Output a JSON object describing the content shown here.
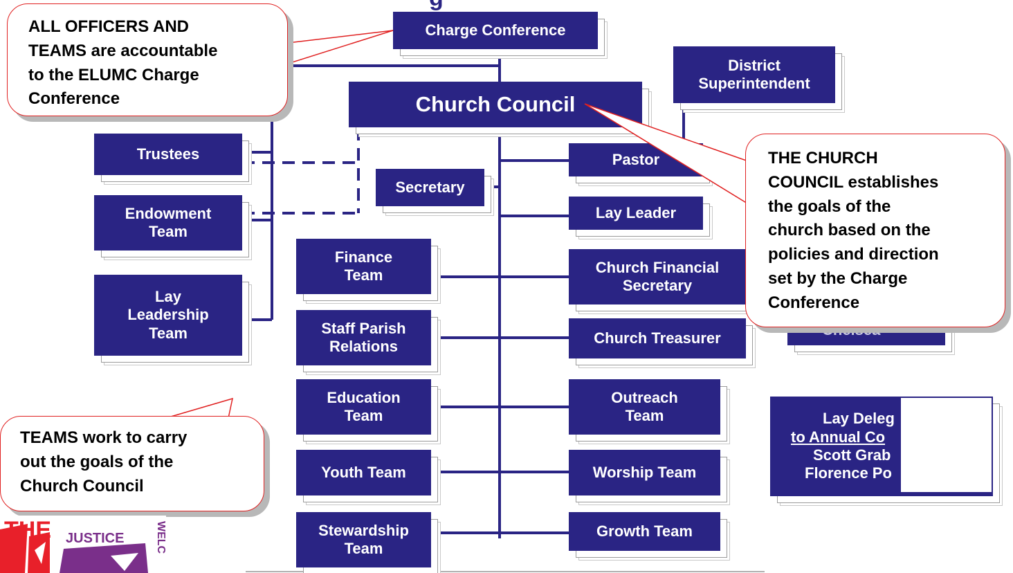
{
  "boxes": {
    "charge_conference": "Charge Conference",
    "church_council": "Church Council",
    "district_superintendent": [
      "District",
      "Superintendent"
    ],
    "trustees": "Trustees",
    "endowment_team": [
      "Endowment",
      "Team"
    ],
    "lay_leadership_team": [
      "Lay",
      "Leadership",
      "Team"
    ],
    "secretary": "Secretary",
    "pastor": "Pastor",
    "lay_leader": "Lay Leader",
    "church_financial_secretary": [
      "Church Financial",
      "Secretary"
    ],
    "church_treasurer": "Church Treasurer",
    "hidden_box_fragment": "Chelsea",
    "finance_team": [
      "Finance",
      "Team"
    ],
    "staff_parish_relations": [
      "Staff Parish",
      "Relations"
    ],
    "education_team": [
      "Education",
      "Team"
    ],
    "youth_team": "Youth Team",
    "stewardship_team": [
      "Stewardship",
      "Team"
    ],
    "outreach_team": [
      "Outreach",
      "Team"
    ],
    "worship_team": "Worship Team",
    "growth_team": "Growth Team",
    "lay_delegates": [
      "Lay Deleg",
      "to Annual Co",
      "Scott Grab",
      "Florence Po"
    ]
  },
  "callouts": {
    "officers": [
      "ALL OFFICERS AND",
      "TEAMS are accountable",
      "to the ELUMC Charge",
      "Conference"
    ],
    "council": [
      "THE CHURCH",
      "COUNCIL establishes",
      "the goals of the",
      "church based on the",
      "policies and direction",
      "set by the Charge",
      "Conference"
    ],
    "teams": [
      "TEAMS work to carry",
      "out the goals of the",
      "Church Council"
    ]
  },
  "logo": {
    "big_text": "THE",
    "word": "JUSTICE",
    "side_text": "WELC",
    "colors": {
      "red": "#e8202a",
      "purple": "#7a2f8a",
      "white": "#ffffff"
    }
  },
  "colors": {
    "box": "#2a2484",
    "line": "#2a2484",
    "callout_border": "#e02020"
  }
}
